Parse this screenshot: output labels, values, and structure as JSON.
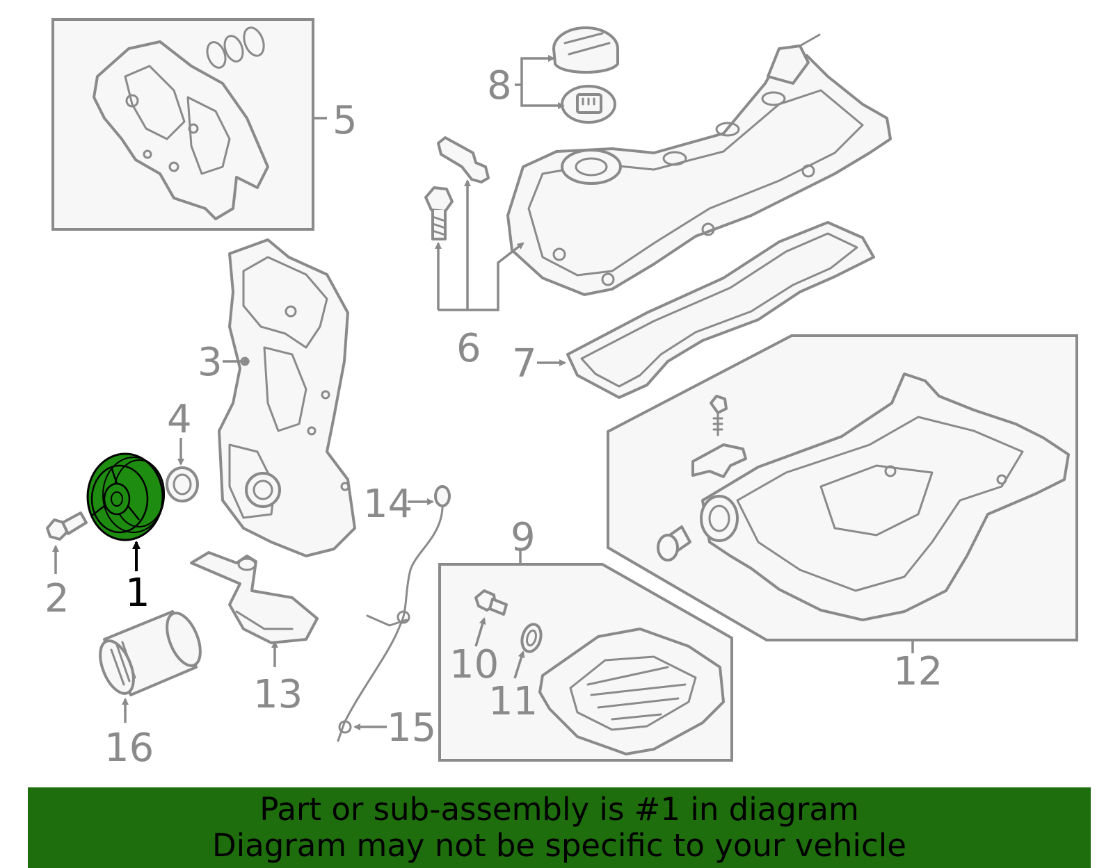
{
  "diagram": {
    "selected_part": "1",
    "callouts": [
      "1",
      "2",
      "3",
      "4",
      "5",
      "6",
      "7",
      "8",
      "9",
      "10",
      "11",
      "12",
      "13",
      "14",
      "15",
      "16"
    ],
    "colors": {
      "highlight": "#1e8c10",
      "banner": "#1e6e0e",
      "line": "#8a8a8a",
      "selected_label": "#000000"
    }
  },
  "banner": {
    "line1": "Part or sub-assembly is #1 in diagram",
    "line2": "Diagram may not be specific to your vehicle"
  }
}
